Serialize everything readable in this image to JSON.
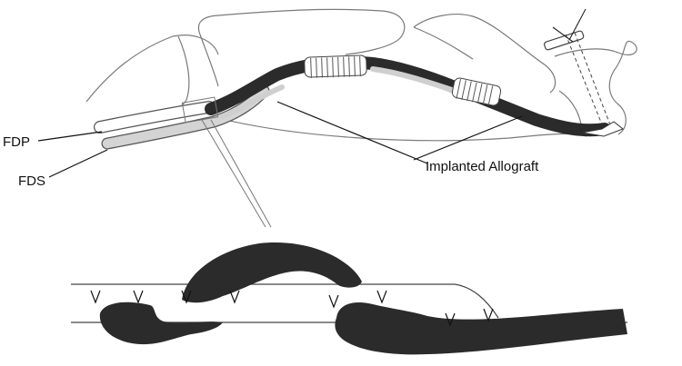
{
  "labels": {
    "fdp": "FDP",
    "fds": "FDS",
    "implanted_allograft": "Implanted Allograft"
  },
  "colors": {
    "bone_outline": "#7a7a7a",
    "tendon_dark": "#2b2b2b",
    "tendon_light": "#cfcfcf",
    "suture": "#111111"
  }
}
